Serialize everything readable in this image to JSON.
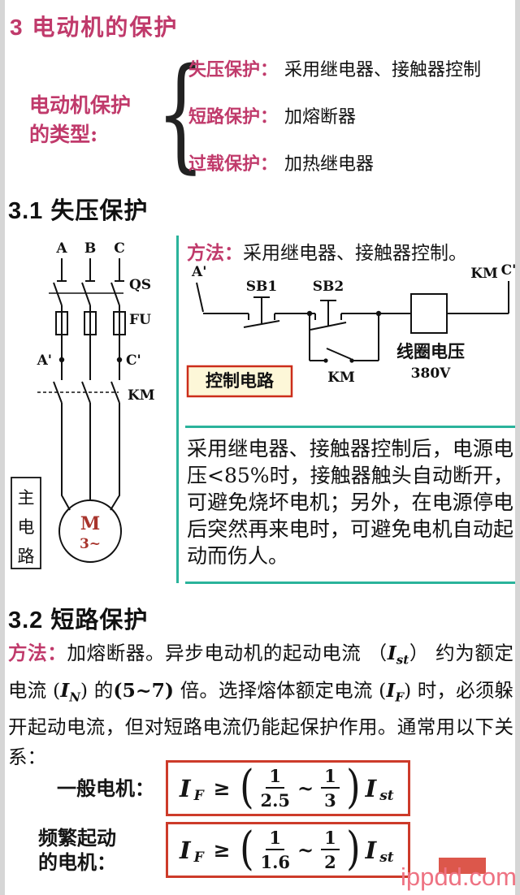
{
  "page": {
    "title": "3 电动机的保护",
    "watermark": "ippdd.com"
  },
  "types_block": {
    "label_line1": "电动机保护",
    "label_line2": "的类型:",
    "brace": "{",
    "items": [
      {
        "name": "失压保护：",
        "desc": "采用继电器、接触器控制"
      },
      {
        "name": "短路保护：",
        "desc": "加熔断器"
      },
      {
        "name": "过载保护：",
        "desc": "加热继电器"
      }
    ]
  },
  "s31": {
    "heading": "3.1 失压保护",
    "method_label": "方法：",
    "method_text": "采用继电器、接触器控制。",
    "main_circuit": {
      "phase_a": "A",
      "phase_b": "B",
      "phase_c": "C",
      "qs": "QS",
      "fu": "FU",
      "a_prime": "A'",
      "c_prime": "C'",
      "km": "KM",
      "motor_m": "M",
      "motor_3": "3~",
      "label_1": "主",
      "label_2": "电",
      "label_3": "路"
    },
    "control_circuit": {
      "a_prime": "A'",
      "c_prime": "C'",
      "sb1": "SB1",
      "sb2": "SB2",
      "km_top": "KM",
      "km_aux": "KM",
      "coil_text1": "线圈电压",
      "coil_text2": "380V",
      "box_label": "控制电路"
    },
    "explanation": "采用继电器、接触器控制后，电源电压<85%时，接触器触头自动断开，可避免烧坏电机；另外，在电源停电后突然再来电时，可避免电机自动起动而伤人。"
  },
  "s32": {
    "heading": "3.2  短路保护",
    "method_label": "方法：",
    "para": {
      "seg1": "加熔断器。异步电动机的起动电流 （",
      "i1": "I",
      "i1sub": "st",
      "seg2": "） 约为额定电流 (",
      "i2": "I",
      "i2sub": "N",
      "seg3": ") 的",
      "bold1": "(5~7)",
      "seg4": " 倍。选择熔体额定电流 (",
      "i3": "I",
      "i3sub": "F",
      "seg5": ") 时，必须躲开起动电流，但对短路电流仍能起保护作用。通常用以下关系："
    },
    "f1": {
      "label": "一般电机：",
      "lhs": "I",
      "lhs_sub": "F",
      "rel": "≥",
      "open": "(",
      "n1": "1",
      "d1": "2.5",
      "tilde": "~",
      "n2": "1",
      "d2": "3",
      "close": ")",
      "rhs": "I",
      "rhs_sub": "st"
    },
    "f2": {
      "label1": "频繁起动",
      "label2": "的电机：",
      "lhs": "I",
      "lhs_sub": "F",
      "rel": "≥",
      "open": "(",
      "n1": "1",
      "d1": "1.6",
      "tilde": "~",
      "n2": "1",
      "d2": "2",
      "close": ")",
      "rhs": "I",
      "rhs_sub": "st"
    }
  }
}
